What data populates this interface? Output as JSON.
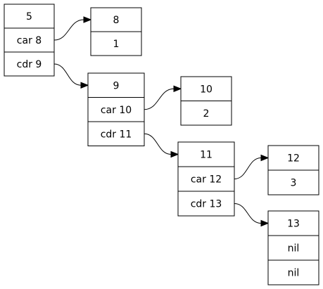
{
  "nodes": [
    {
      "id": "node-5",
      "fields": [
        "5",
        "car 8",
        "cdr 9"
      ]
    },
    {
      "id": "node-8",
      "fields": [
        "8",
        "1"
      ]
    },
    {
      "id": "node-9",
      "fields": [
        "9",
        "car 10",
        "cdr 11"
      ]
    },
    {
      "id": "node-10",
      "fields": [
        "10",
        "2"
      ]
    },
    {
      "id": "node-11",
      "fields": [
        "11",
        "car 12",
        "cdr 13"
      ]
    },
    {
      "id": "node-12",
      "fields": [
        "12",
        "3"
      ]
    },
    {
      "id": "node-13",
      "fields": [
        "13",
        "nil",
        "nil"
      ]
    }
  ],
  "edges": [
    {
      "from": "node-5",
      "field": "car 8",
      "to": "node-8"
    },
    {
      "from": "node-5",
      "field": "cdr 9",
      "to": "node-9"
    },
    {
      "from": "node-9",
      "field": "car 10",
      "to": "node-10"
    },
    {
      "from": "node-9",
      "field": "cdr 11",
      "to": "node-11"
    },
    {
      "from": "node-11",
      "field": "car 12",
      "to": "node-12"
    },
    {
      "from": "node-11",
      "field": "cdr 13",
      "to": "node-13"
    }
  ],
  "colors": {
    "stroke": "#000000",
    "background": "#ffffff"
  }
}
